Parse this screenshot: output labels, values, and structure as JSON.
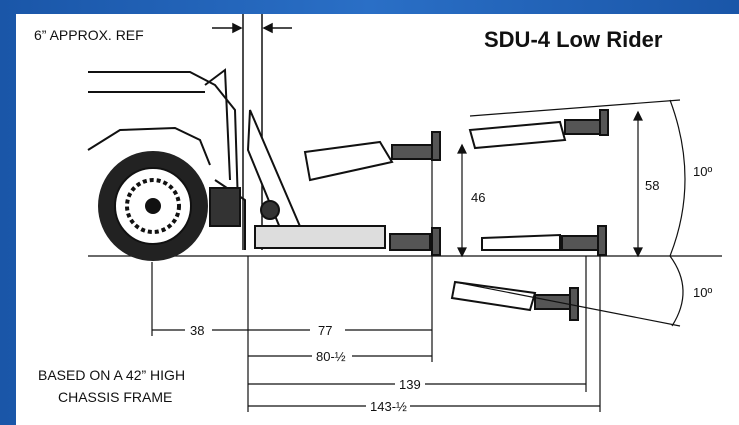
{
  "title": "SDU-4 Low Rider",
  "ref_note": "6” APPROX. REF",
  "base_note_line1": "BASED ON A 42” HIGH",
  "base_note_line2": "CHASSIS FRAME",
  "dimensions": {
    "d38": "38",
    "d77": "77",
    "d80": "80-½",
    "d139": "139",
    "d143": "143-½",
    "d46": "46",
    "d58": "58",
    "angle_up": "10º",
    "angle_down": "10º"
  },
  "colors": {
    "border": "#1b5bb0",
    "line": "#111111",
    "background": "#ffffff"
  }
}
